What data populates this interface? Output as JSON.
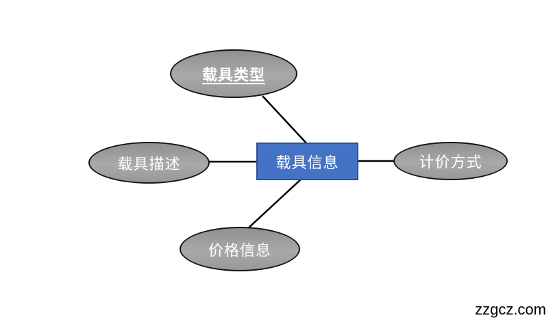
{
  "diagram": {
    "type": "entity-attribute-diagram",
    "center": {
      "label": "载具信息"
    },
    "nodes": [
      {
        "id": "top",
        "label": "载具类型",
        "shape": "ellipse",
        "underline": true,
        "bold": true
      },
      {
        "id": "left",
        "label": "载具描述",
        "shape": "ellipse",
        "underline": false,
        "bold": false
      },
      {
        "id": "right",
        "label": "计价方式",
        "shape": "ellipse",
        "underline": false,
        "bold": false
      },
      {
        "id": "bottom",
        "label": "价格信息",
        "shape": "ellipse",
        "underline": false,
        "bold": false
      }
    ],
    "edges": [
      {
        "from": "center",
        "to": "top"
      },
      {
        "from": "center",
        "to": "left"
      },
      {
        "from": "center",
        "to": "right"
      },
      {
        "from": "center",
        "to": "bottom"
      }
    ],
    "colors": {
      "ellipse_fill": "#9e9e9e",
      "ellipse_border": "#151515",
      "center_fill": "#4472C4",
      "center_border": "#2F528F",
      "text": "#ffffff",
      "line": "#000000"
    }
  },
  "watermark": {
    "text": "zzgcz.com"
  }
}
